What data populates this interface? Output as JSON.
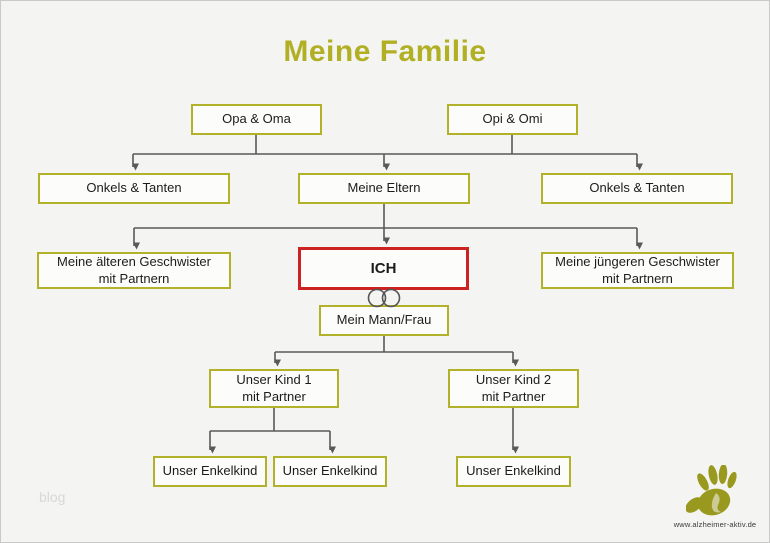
{
  "title": "Meine Familie",
  "boxes": {
    "opa_oma": "Opa & Oma",
    "opi_omi": "Opi & Omi",
    "onkels_tanten_links": "Onkels & Tanten",
    "meine_eltern": "Meine Eltern",
    "onkels_tanten_rechts": "Onkels & Tanten",
    "aeltere_geschwister": "Meine älteren Geschwister\nmit Partnern",
    "ich": "ICH",
    "juengere_geschwister": "Meine jüngeren Geschwister\nmit Partnern",
    "mann_frau": "Mein Mann/Frau",
    "kind1": "Unser Kind 1\nmit Partner",
    "kind2": "Unser Kind 2\nmit Partner",
    "enkelkind1": "Unser Enkelkind",
    "enkelkind2": "Unser Enkelkind",
    "enkelkind3": "Unser Enkelkind"
  },
  "footer": {
    "watermark": "blog",
    "website": "www.alzheimer-aktiv.de"
  },
  "icons": {
    "rings": "wedding-rings-icon",
    "logo": "handprint-logo-icon"
  },
  "colors": {
    "title": "#b1b024",
    "box_border": "#b2b22a",
    "ich_border": "#cc2222",
    "connector": "#595959",
    "watermark": "#d8d8d8",
    "logo": "#9a991f",
    "background": "#f4f4f2"
  }
}
